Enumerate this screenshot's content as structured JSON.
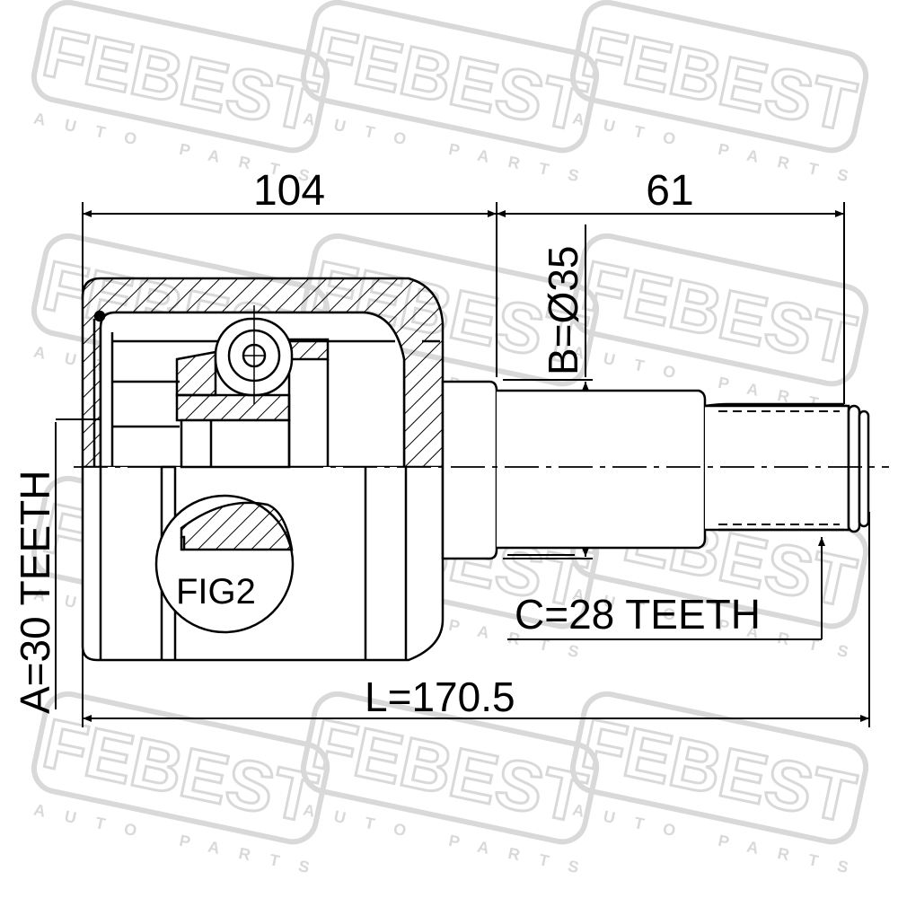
{
  "watermark": {
    "brand": "FEBEST",
    "tagline": "AUTO PARTS",
    "color": "#d9d9d9"
  },
  "dimensions": {
    "length_104": "104",
    "length_61": "61",
    "diameter_b": "B=Ø35",
    "teeth_a": "A=30 TEETH",
    "teeth_c": "C=28 TEETH",
    "total_length": "L=170.5"
  },
  "detail_label": "FIG2",
  "colors": {
    "line": "#000000",
    "background": "#ffffff"
  }
}
